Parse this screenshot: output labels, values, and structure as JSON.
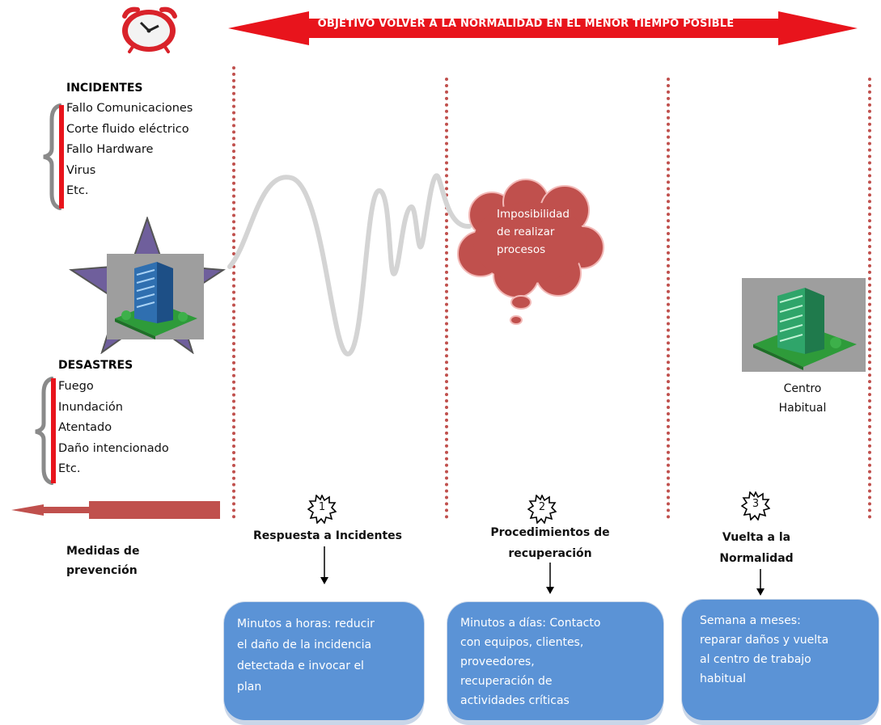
{
  "banner": {
    "text": "OBJETIVO VOLVER A LA NORMALIDAD EN EL MENOR TIEMPO POSIBLE"
  },
  "incidentes": {
    "title": "INCIDENTES",
    "items": [
      "Fallo Comunicaciones",
      "Corte fluido eléctrico",
      "Fallo Hardware",
      "Virus",
      "Etc."
    ]
  },
  "desastres": {
    "title": "DESASTRES",
    "items": [
      "Fuego",
      "Inundación",
      "Atentado",
      "Daño intencionado",
      "Etc."
    ]
  },
  "prevention": {
    "line1": "Medidas de",
    "line2": "prevención"
  },
  "cloud": {
    "line1": "Imposibilidad",
    "line2": "de realizar",
    "line3": "procesos"
  },
  "centro": {
    "line1": "Centro",
    "line2": "Habitual"
  },
  "stages": [
    {
      "number": "1",
      "title_lines": [
        "Respuesta a Incidentes"
      ],
      "box_lines": [
        "Minutos a horas: reducir",
        "el daño de la incidencia",
        "detectada e invocar el",
        "plan"
      ]
    },
    {
      "number": "2",
      "title_lines": [
        "Procedimientos de",
        "recuperación"
      ],
      "box_lines": [
        "Minutos a días: Contacto",
        "con equipos, clientes,",
        "proveedores,",
        "recuperación de",
        "actividades críticas"
      ]
    },
    {
      "number": "3",
      "title_lines": [
        "Vuelta a la",
        "Normalidad"
      ],
      "box_lines": [
        "Semana a meses:",
        "reparar daños y vuelta",
        "al centro de trabajo",
        "habitual"
      ]
    }
  ],
  "colors": {
    "banner_red": "#e8141c",
    "divider_red": "#c0504d",
    "cloud_red": "#c0504d",
    "box_blue": "#5b93d6",
    "brace_red": "#e8141c",
    "arrow_red": "#c0504d"
  },
  "icons": {
    "clock": "alarm-clock-icon",
    "building": "office-building-icon",
    "star": "star-icon"
  }
}
